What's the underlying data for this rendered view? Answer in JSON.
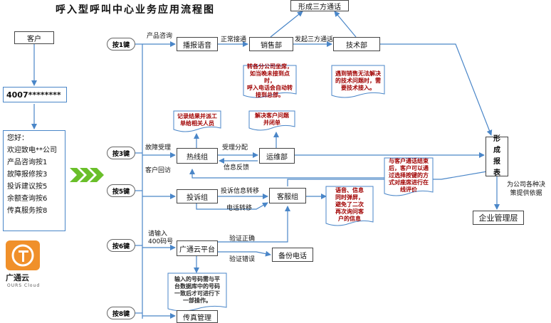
{
  "title": "呼入型呼叫中心业务应用流程图",
  "nodes": {
    "customer": "客户",
    "number": "4007********",
    "broadcast": "播报语音",
    "sales": "销售部",
    "tech": "技术部",
    "three_way": "形成三方通话",
    "hotline": "热线组",
    "ops": "运维部",
    "complaint": "投诉组",
    "service": "客服组",
    "cloud": "广通云平台",
    "backup": "备份电话",
    "fax": "传真管理",
    "report": "形成报表",
    "mgmt": "企业管理层"
  },
  "welcome_lines": [
    "您好：",
    "欢迎致电**公司",
    "产品咨询按1",
    "故障报修按3",
    "投诉建议按5",
    "余额查询按6",
    "传真服务按8"
  ],
  "keys": [
    "按1键",
    "按3键",
    "按5键",
    "按6键",
    "按8键"
  ],
  "edge_labels": {
    "product": "产品咨询",
    "normal": "正常接通",
    "initiate": "发起三方通话",
    "fault": "故障受理",
    "callback": "客户回访",
    "dispatch": "受理分配",
    "feedback": "信息反馈",
    "complaint_transfer": "投诉信息转移",
    "call_transfer": "电话转移",
    "input_line1": "请输入",
    "input_line2": "400码号",
    "verify_ok": "验证正确",
    "verify_err": "验证错误",
    "decision": "为公司各种决策提供依据"
  },
  "notes": {
    "sales_note": [
      "转各分公司坐席，",
      "如当晚未接到点时，",
      "呼入电话会自动转",
      "接到总部。"
    ],
    "tech_note": [
      "遇到销售无法解决",
      "的技术问题时，需",
      "要技术接入。"
    ],
    "record_note": [
      "记录结果并派工",
      "单给相关人员"
    ],
    "solve_note": [
      "解决客户问题",
      "并闭单"
    ],
    "end_note": [
      "与客户通话结束",
      "后，客户可以通",
      "过选择按键的方",
      "式对座席进行在",
      "线评价"
    ],
    "voice_note": [
      "语音、信息",
      "同时弹屏，",
      "避免了二次",
      "再次询问客",
      "户的信息"
    ],
    "input_note": [
      "输入的号码需与平",
      "台数据库中的号码",
      "一致后才可进行下",
      "一部操作。"
    ]
  },
  "logo": {
    "text": "广通云",
    "sub": "OURS Cloud"
  },
  "colors": {
    "arrow_blue": "#4a86c8",
    "note_red": "#a00000",
    "accent_green": "#6abf2a",
    "logo_orange": "#f0902a"
  }
}
